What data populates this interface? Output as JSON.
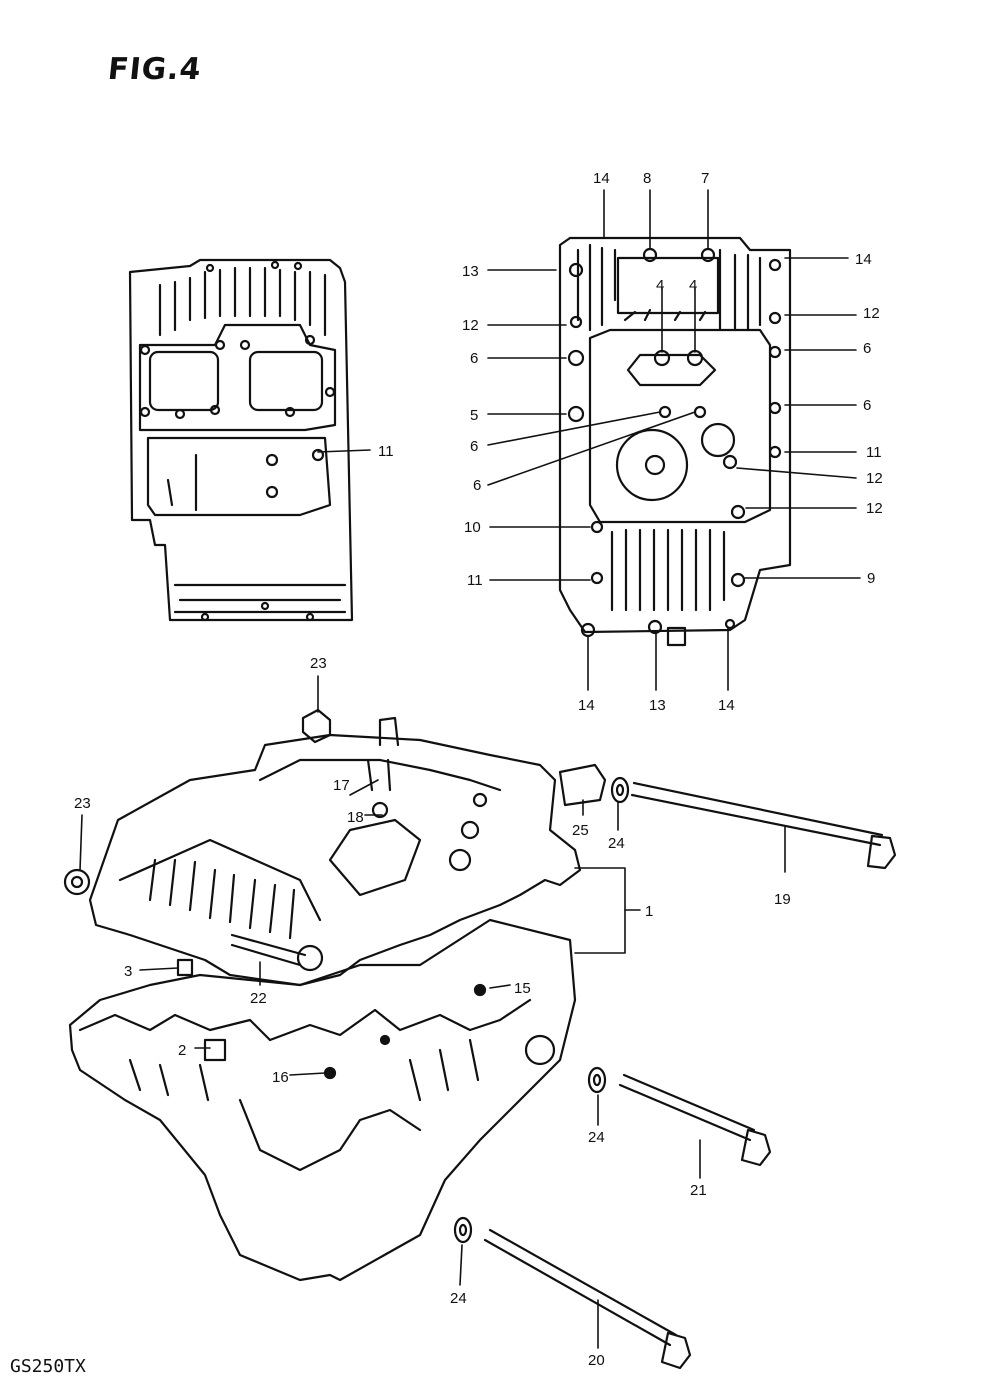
{
  "figure": {
    "title": "FIG.4",
    "model_code": "GS250TX"
  },
  "callouts": {
    "top_left_view": [
      "11"
    ],
    "top_right_view": [
      "14",
      "8",
      "7",
      "14",
      "13",
      "4",
      "4",
      "12",
      "12",
      "6",
      "6",
      "5",
      "6",
      "6",
      "11",
      "6",
      "12",
      "12",
      "10",
      "11",
      "9",
      "14",
      "13",
      "14"
    ],
    "crankcase_assembly": [
      "23",
      "23",
      "17",
      "18",
      "25",
      "24",
      "19",
      "1",
      "3",
      "22",
      "15",
      "2",
      "16",
      "24",
      "21",
      "24",
      "20"
    ]
  }
}
